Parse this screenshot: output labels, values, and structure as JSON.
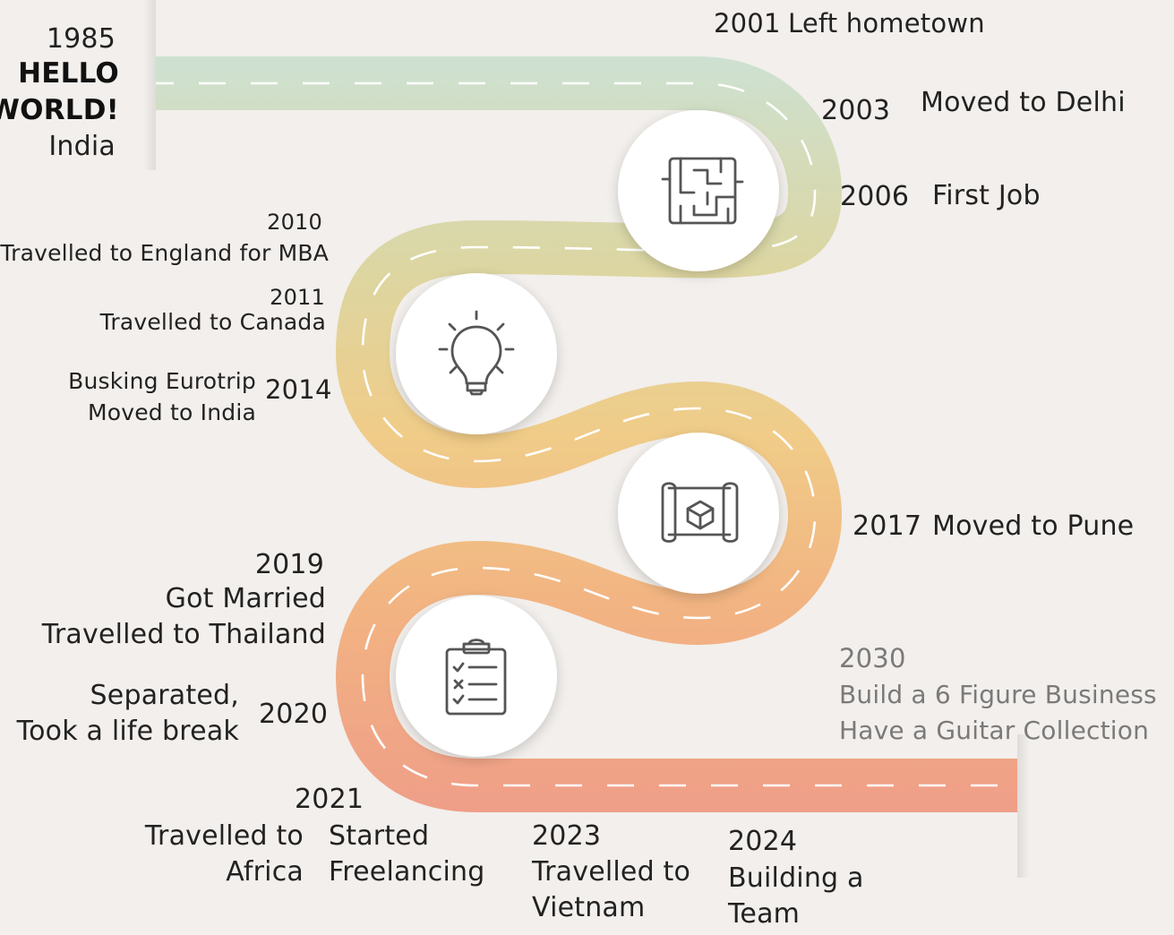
{
  "palette": {
    "background": "#f2efec",
    "road_top": "#cde1d2",
    "road_upper_mid": "#dcd6a2",
    "road_mid": "#f0cc88",
    "road_lower_mid": "#f2b482",
    "road_bottom": "#ef9e88",
    "dash": "#ffffff",
    "circle": "#ffffff",
    "icon": "#555555",
    "text": "#222222",
    "muted_text": "#7a7a7a"
  },
  "start": {
    "year": "1985",
    "title_line1": "HELLO",
    "title_line2": "WORLD!",
    "place": "India"
  },
  "milestones": {
    "m2001": {
      "year": "2001",
      "text": "Left hometown"
    },
    "m2003": {
      "year": "2003",
      "text": "Moved to Delhi"
    },
    "m2006": {
      "year": "2006",
      "text": "First Job"
    },
    "m2010": {
      "year": "2010",
      "text": "Travelled to England for MBA"
    },
    "m2011": {
      "year": "2011",
      "text": "Travelled to Canada"
    },
    "m2014": {
      "year": "2014",
      "line1": "Busking Eurotrip",
      "line2": "Moved to India"
    },
    "m2017": {
      "year": "2017",
      "text": "Moved to Pune"
    },
    "m2019": {
      "year": "2019",
      "line1": "Got Married",
      "line2": "Travelled to Thailand"
    },
    "m2020": {
      "year": "2020",
      "line1": "Separated,",
      "line2": "Took a life break"
    },
    "m2021": {
      "year": "2021",
      "a_line1": "Travelled to",
      "a_line2": "Africa",
      "b_line1": "Started",
      "b_line2": "Freelancing"
    },
    "m2023": {
      "year": "2023",
      "line1": "Travelled to",
      "line2": "Vietnam"
    },
    "m2024": {
      "year": "2024",
      "line1": "Building a",
      "line2": "Team"
    },
    "m2030": {
      "year": "2030",
      "line1": "Build a 6 Figure Business",
      "line2": "Have a Guitar Collection"
    }
  },
  "icons": [
    "maze-icon",
    "lightbulb-icon",
    "blueprint-icon",
    "checklist-icon"
  ]
}
